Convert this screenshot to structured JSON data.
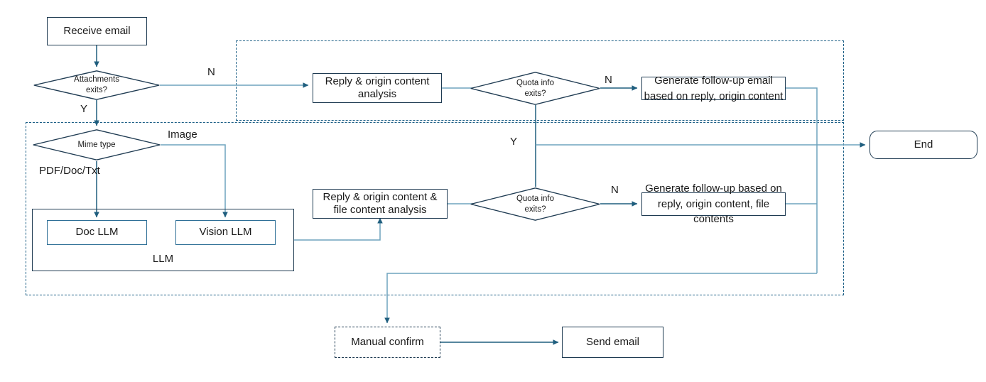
{
  "diagram": {
    "title": "Email attachment processing flowchart",
    "colors": {
      "node_border": "#1f3b52",
      "accent_border": "#2d6e96",
      "region_border": "#1c5f86",
      "connector_dark": "#1f5e7e",
      "connector_light": "#6ea3bd",
      "text": "#1a1a1a",
      "background": "#ffffff"
    },
    "nodes": {
      "receive_email": "Receive email",
      "attachments_exits_line1": "Attachments",
      "attachments_exits_line2": "exits?",
      "mime_type": "Mime type",
      "doc_llm": "Doc LLM",
      "vision_llm": "Vision LLM",
      "llm_group": "LLM",
      "reply_origin_analysis": "Reply & origin content analysis",
      "reply_origin_file_analysis": "Reply &  origin content & file content analysis",
      "quota_info_top_line1": "Quota info",
      "quota_info_top_line2": "exits?",
      "quota_info_bottom_line1": "Quota info",
      "quota_info_bottom_line2": "exits?",
      "generate_followup_email": "Generate follow-up email based on reply, origin content",
      "generate_followup_file": "Generate follow-up based on reply, origin content, file contents",
      "end": "End",
      "manual_confirm": "Manual confirm",
      "send_email": "Send email"
    },
    "edge_labels": {
      "attachments_no": "N",
      "attachments_yes": "Y",
      "mime_image": "Image",
      "mime_doc": "PDF/Doc/Txt",
      "quota_top_no": "N",
      "quota_yes": "Y",
      "quota_bottom_no": "N"
    }
  }
}
